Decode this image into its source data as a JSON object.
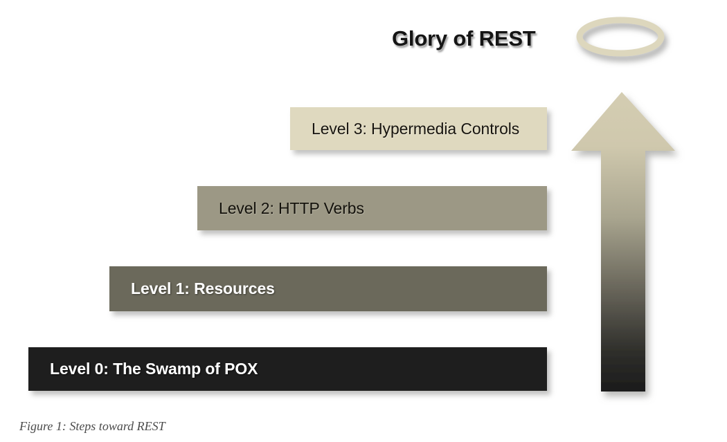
{
  "figure": {
    "title": "Glory of REST",
    "caption": "Figure 1: Steps toward REST",
    "background_color": "#ffffff"
  },
  "halo": {
    "icon": "halo-ring-icon",
    "fill_color": "#ddd7bd",
    "shadow_color": "#8d8d8a"
  },
  "arrow": {
    "icon": "up-arrow-icon",
    "direction": "up",
    "gradient_top_color": "#d2cbb0",
    "gradient_bottom_color": "#1d1d1d",
    "shadow_color": "#9a9a98"
  },
  "levels": [
    {
      "id": "level-3",
      "label": "Level 3: Hypermedia Controls",
      "fill_color": "#dfd9bf",
      "text_color": "#18150f"
    },
    {
      "id": "level-2",
      "label": "Level 2: HTTP Verbs",
      "fill_color": "#9c9885",
      "text_color": "#14120c"
    },
    {
      "id": "level-1",
      "label": "Level 1: Resources",
      "fill_color": "#6b695b",
      "text_color": "#ffffff"
    },
    {
      "id": "level-0",
      "label": "Level 0: The Swamp of POX",
      "fill_color": "#1e1e1e",
      "text_color": "#ffffff"
    }
  ]
}
